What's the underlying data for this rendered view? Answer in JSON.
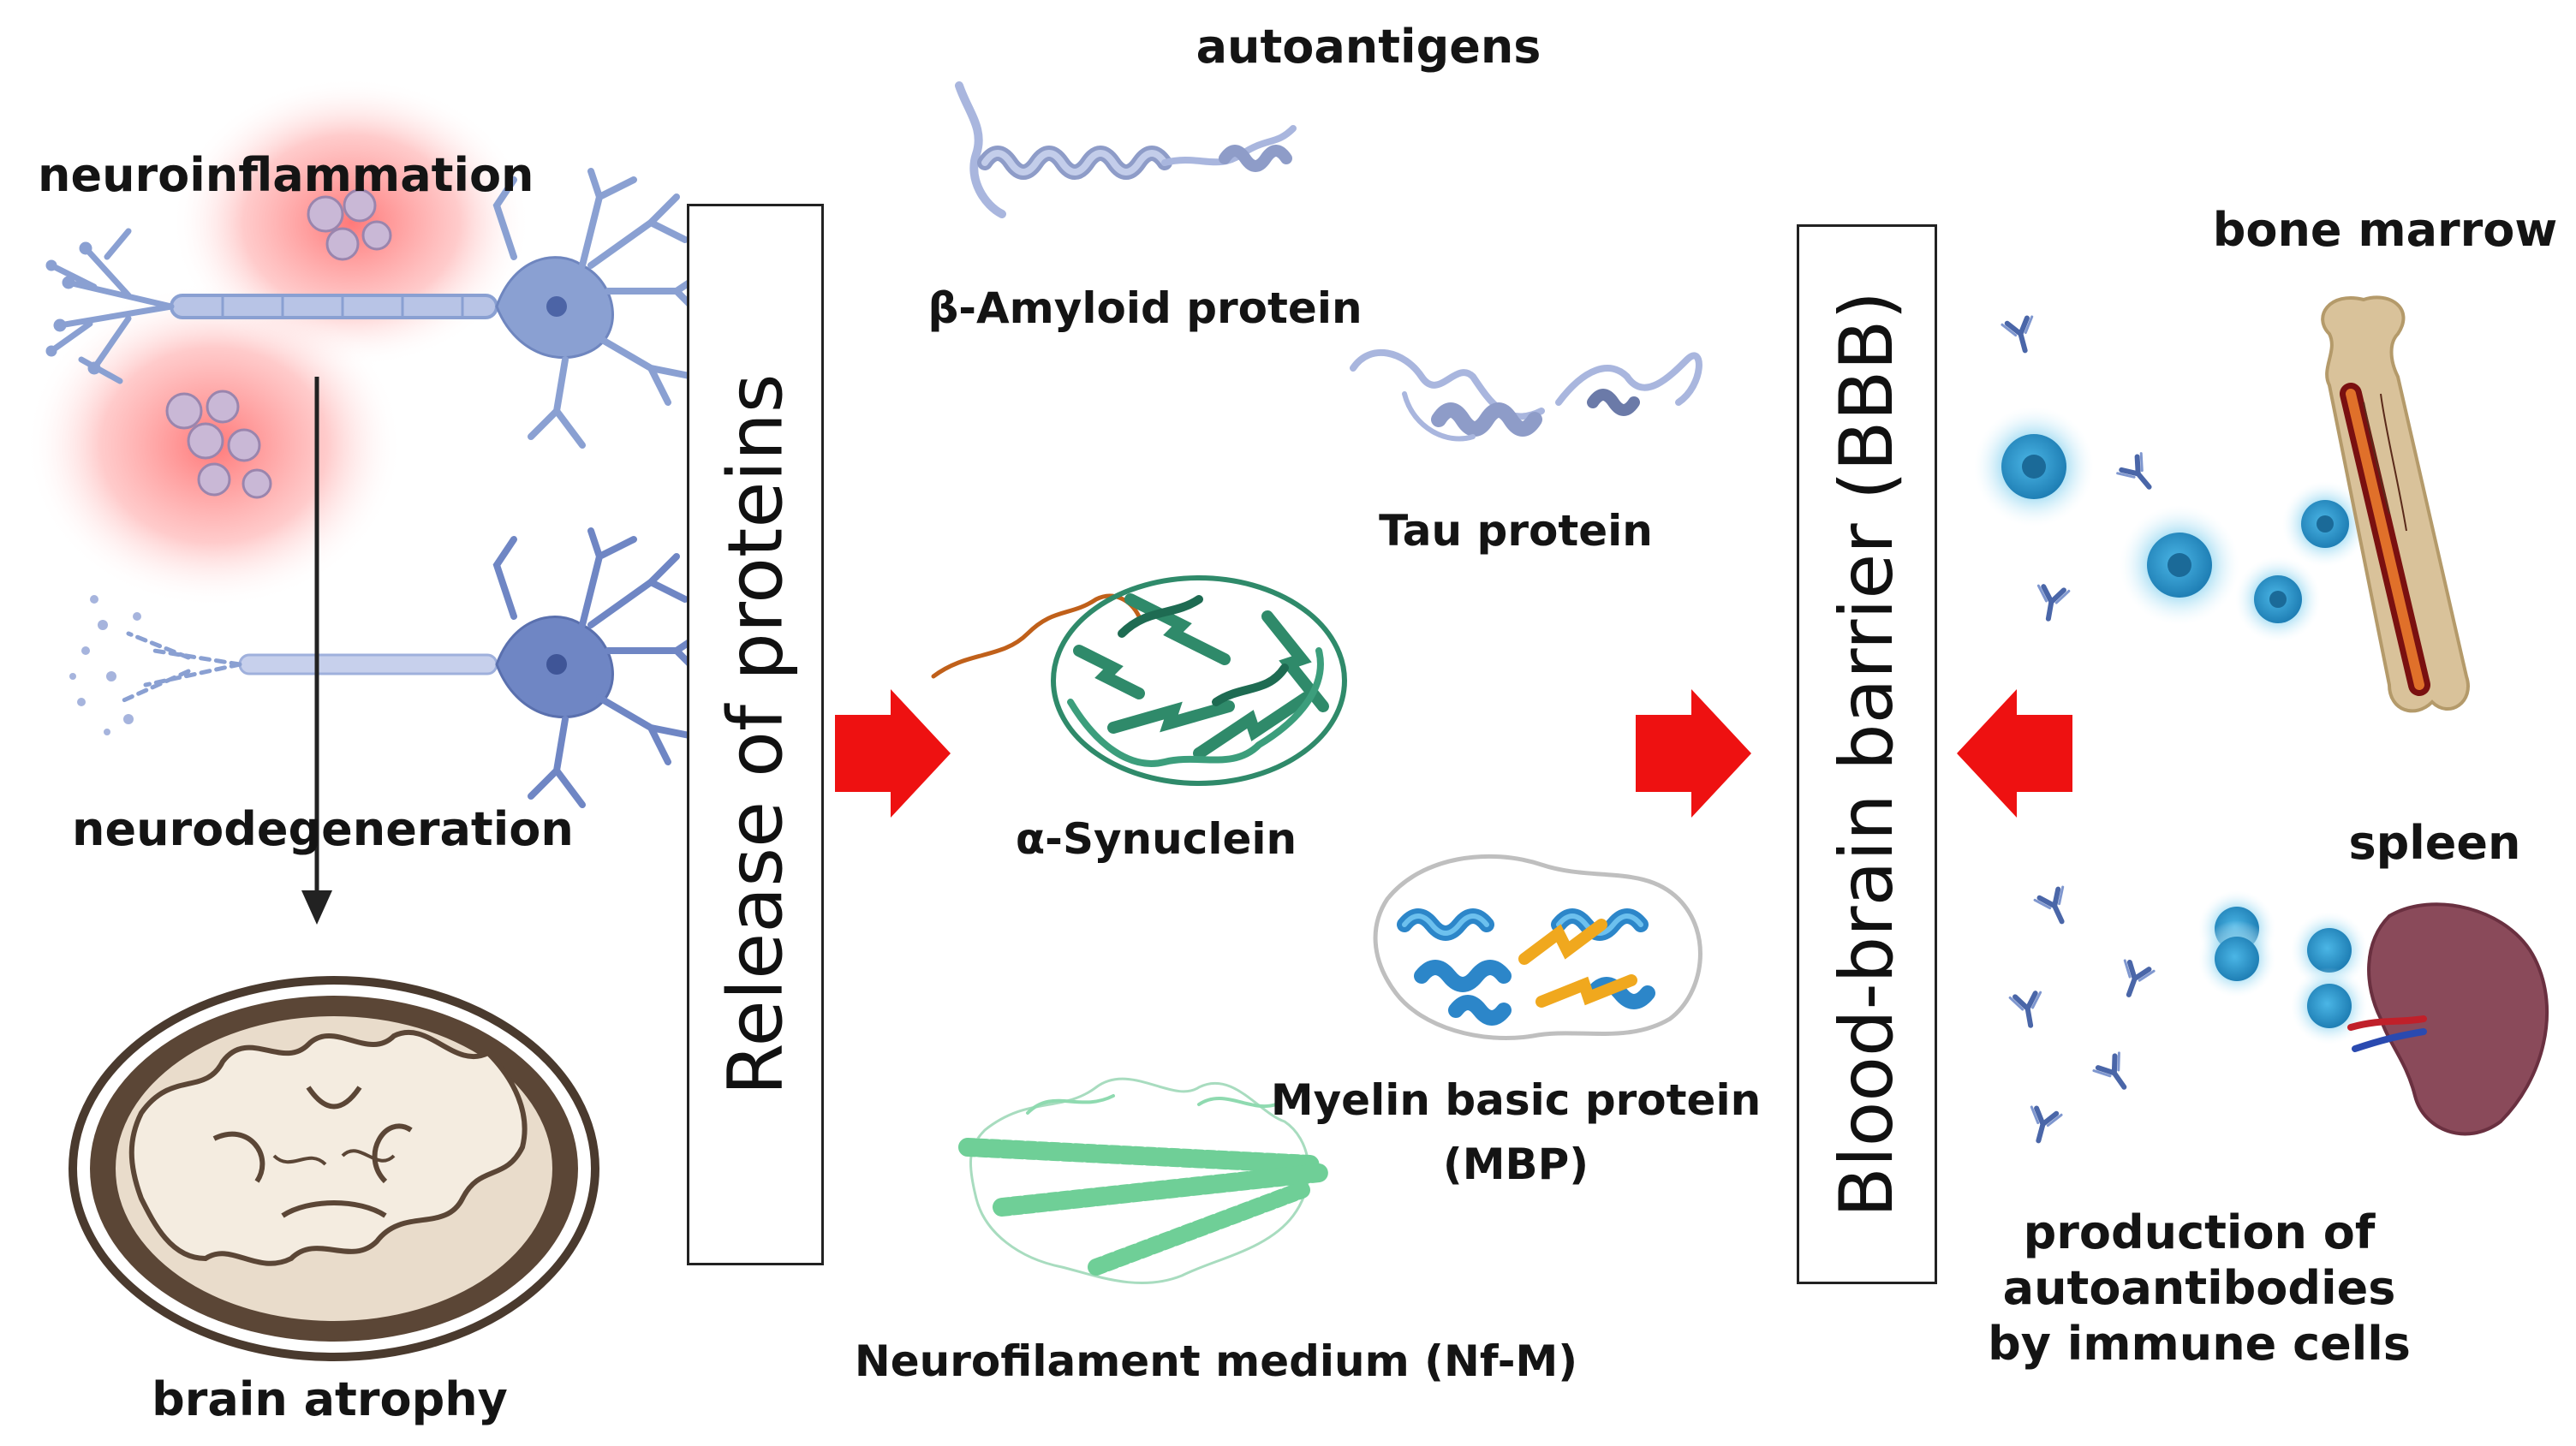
{
  "labels": {
    "neuroinflammation": "neuroinflammation",
    "neurodegeneration": "neurodegeneration",
    "brain_atrophy": "brain atrophy",
    "release": "Release of proteins",
    "autoantigens": "autoantigens",
    "amyloid": "β-Amyloid protein",
    "tau": "Tau protein",
    "synuclein": "α-Synuclein",
    "mbp_line1": "Myelin basic protein",
    "mbp_line2": "(MBP)",
    "nfm": "Neurofilament medium (Nf-M)",
    "bbb": "Blood-brain barrier (BBB)",
    "bone_marrow": "bone marrow",
    "spleen": "spleen",
    "production": "production of autoantibodies by immune cells"
  },
  "colors": {
    "arrow_red": "#ee1111",
    "neuron_blue": "#8aa0d2",
    "inflammation_red": "#ff5555",
    "amyloid_tau": "#a9b6de",
    "synuclein_green": "#2f8a6a",
    "mbp_blue": "#2c86c9",
    "mbp_orange": "#f0a81e",
    "nfm_green": "#6fcf97",
    "immune_cell": "#3aa8d8",
    "antibody": "#4a66a8",
    "bone": "#d9c29a",
    "spleen": "#8a4a5a"
  },
  "icons": [
    "healthy-neuron-icon",
    "degenerating-neuron-icon",
    "brain-slice-icon",
    "beta-amyloid-structure-icon",
    "tau-structure-icon",
    "alpha-synuclein-structure-icon",
    "mbp-structure-icon",
    "nfm-structure-icon",
    "bone-icon",
    "spleen-icon",
    "antibody-icon",
    "immune-cell-icon"
  ]
}
